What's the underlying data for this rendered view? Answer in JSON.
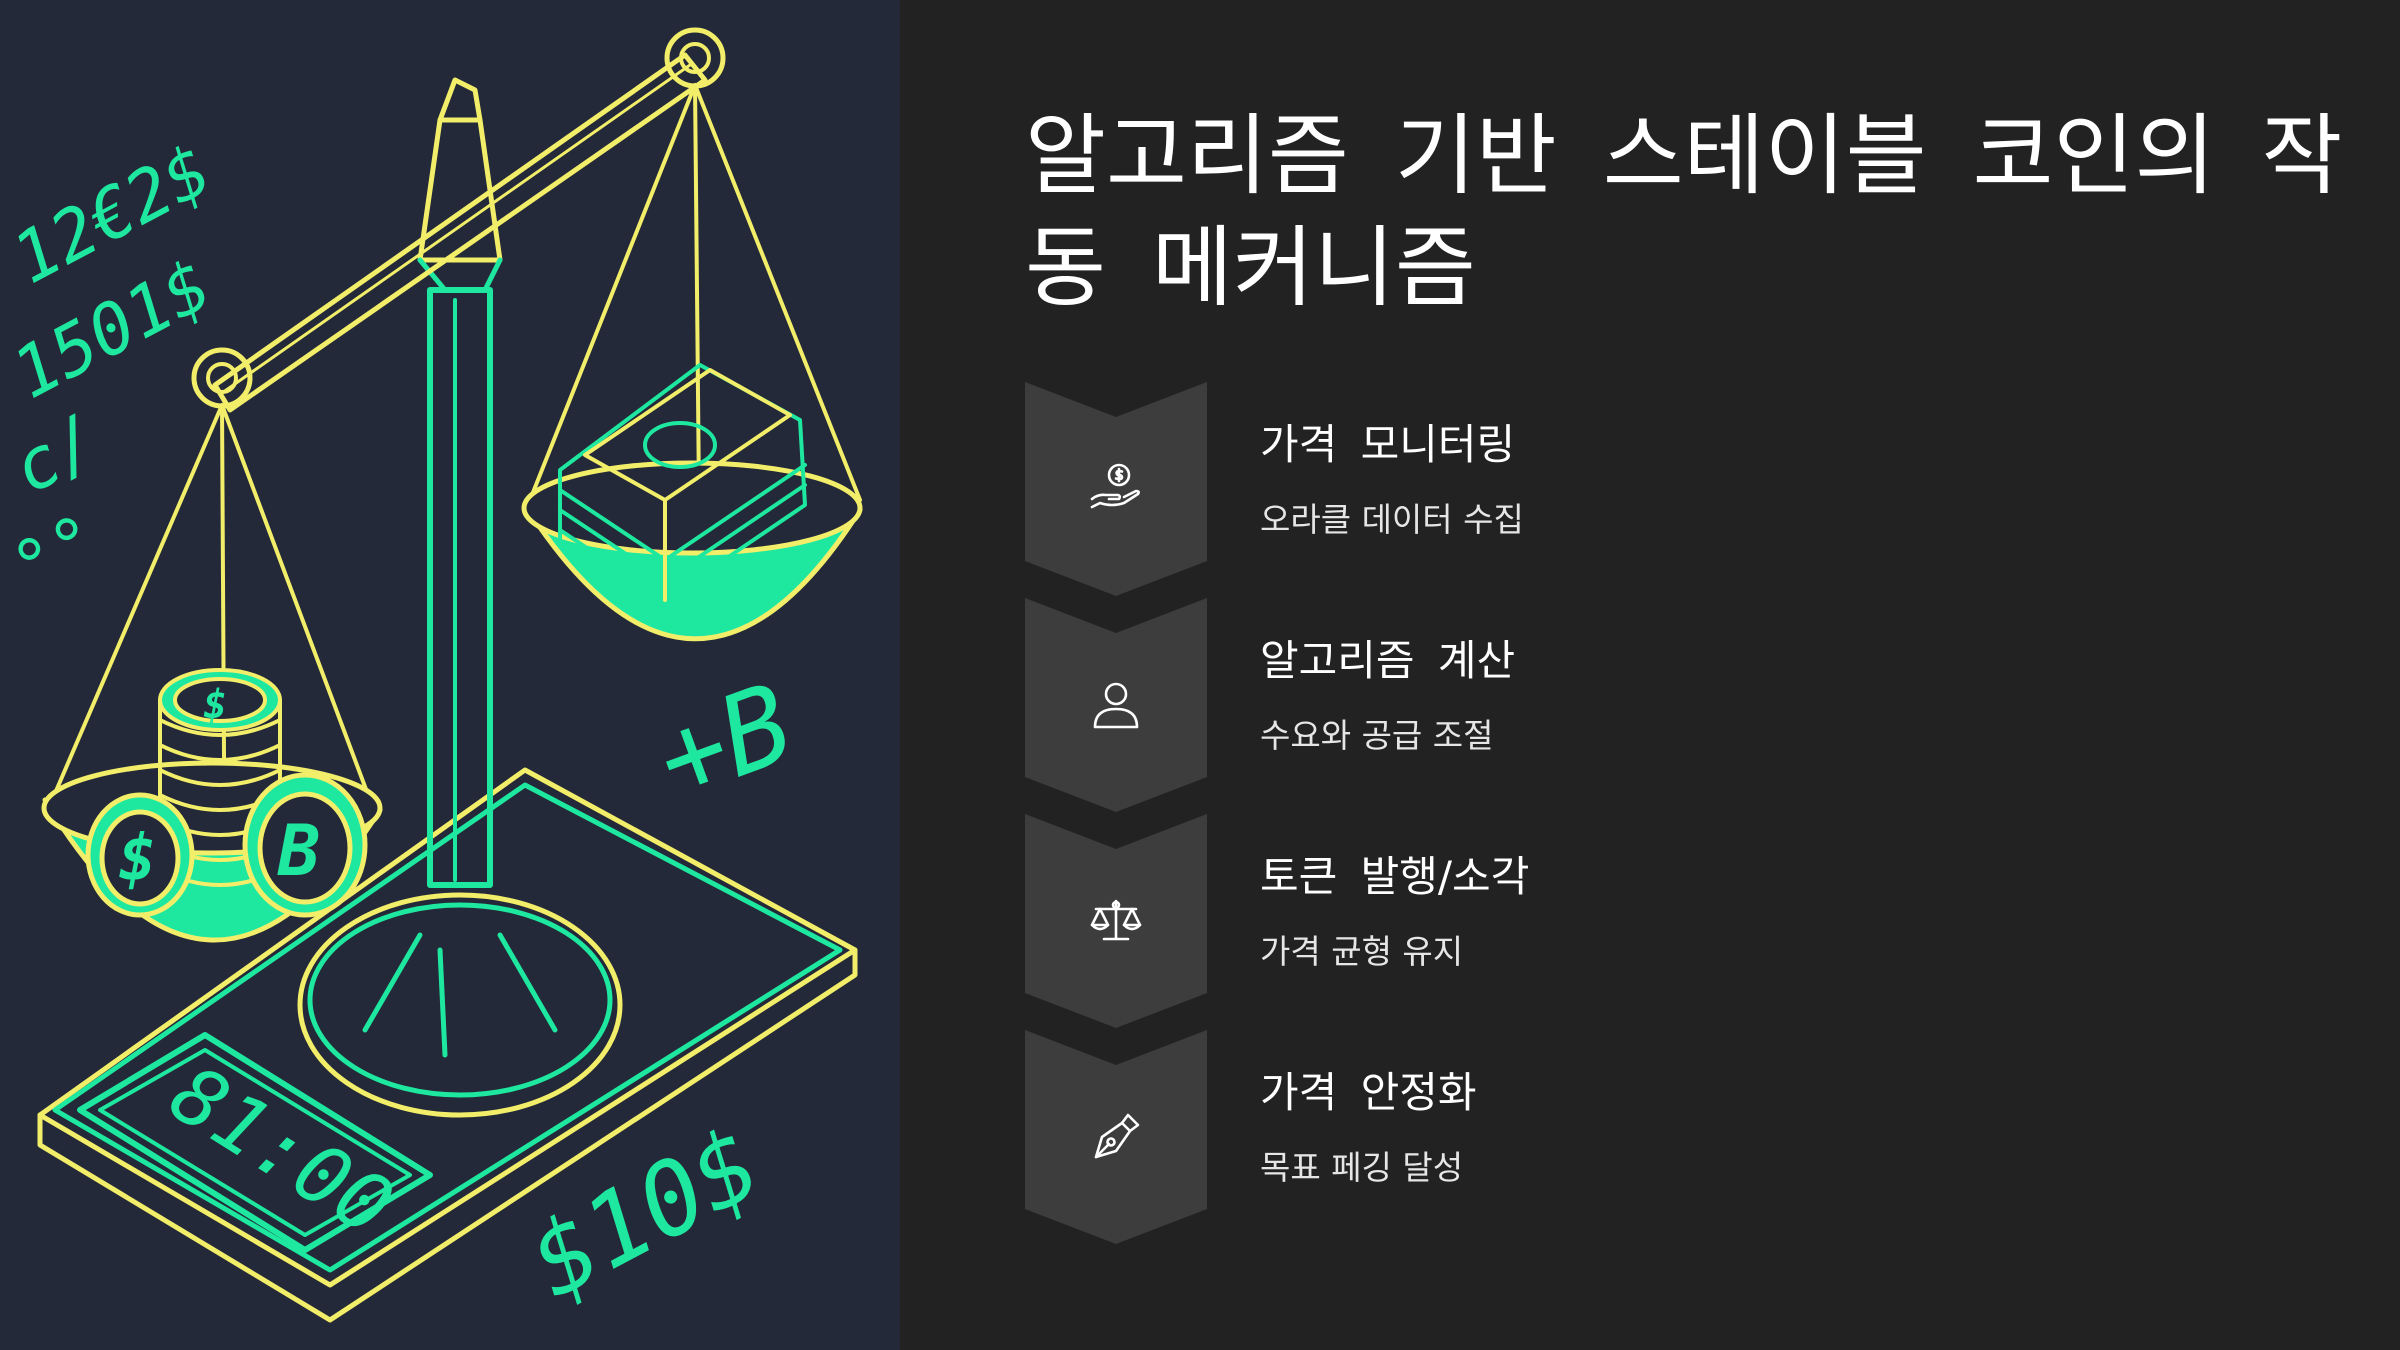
{
  "title": "알고리즘 기반 스테이블 코인의 작동 메커니즘",
  "illustration": {
    "scale_display": "81:00",
    "price_tag": "$10$",
    "btc_tag": "+B",
    "floating_numbers": [
      "12€2$",
      "1501$",
      "c/",
      "°°"
    ],
    "coin_labels": [
      "$",
      "B",
      "$"
    ],
    "colors": {
      "background": "#232938",
      "green": "#1ee8a0",
      "yellow": "#f2ee6a"
    }
  },
  "steps": [
    {
      "icon": "hand-coin-icon",
      "title": "가격 모니터링",
      "desc": "오라클 데이터 수집"
    },
    {
      "icon": "user-icon",
      "title": "알고리즘 계산",
      "desc": "수요와 공급 조절"
    },
    {
      "icon": "scale-icon",
      "title": "토큰 발행/소각",
      "desc": "가격 균형 유지"
    },
    {
      "icon": "pen-nib-icon",
      "title": "가격 안정화",
      "desc": "목표 페깅 달성"
    }
  ],
  "colors": {
    "panel_bg": "#222222",
    "chevron": "#3d3d3d",
    "text": "#ffffff"
  }
}
